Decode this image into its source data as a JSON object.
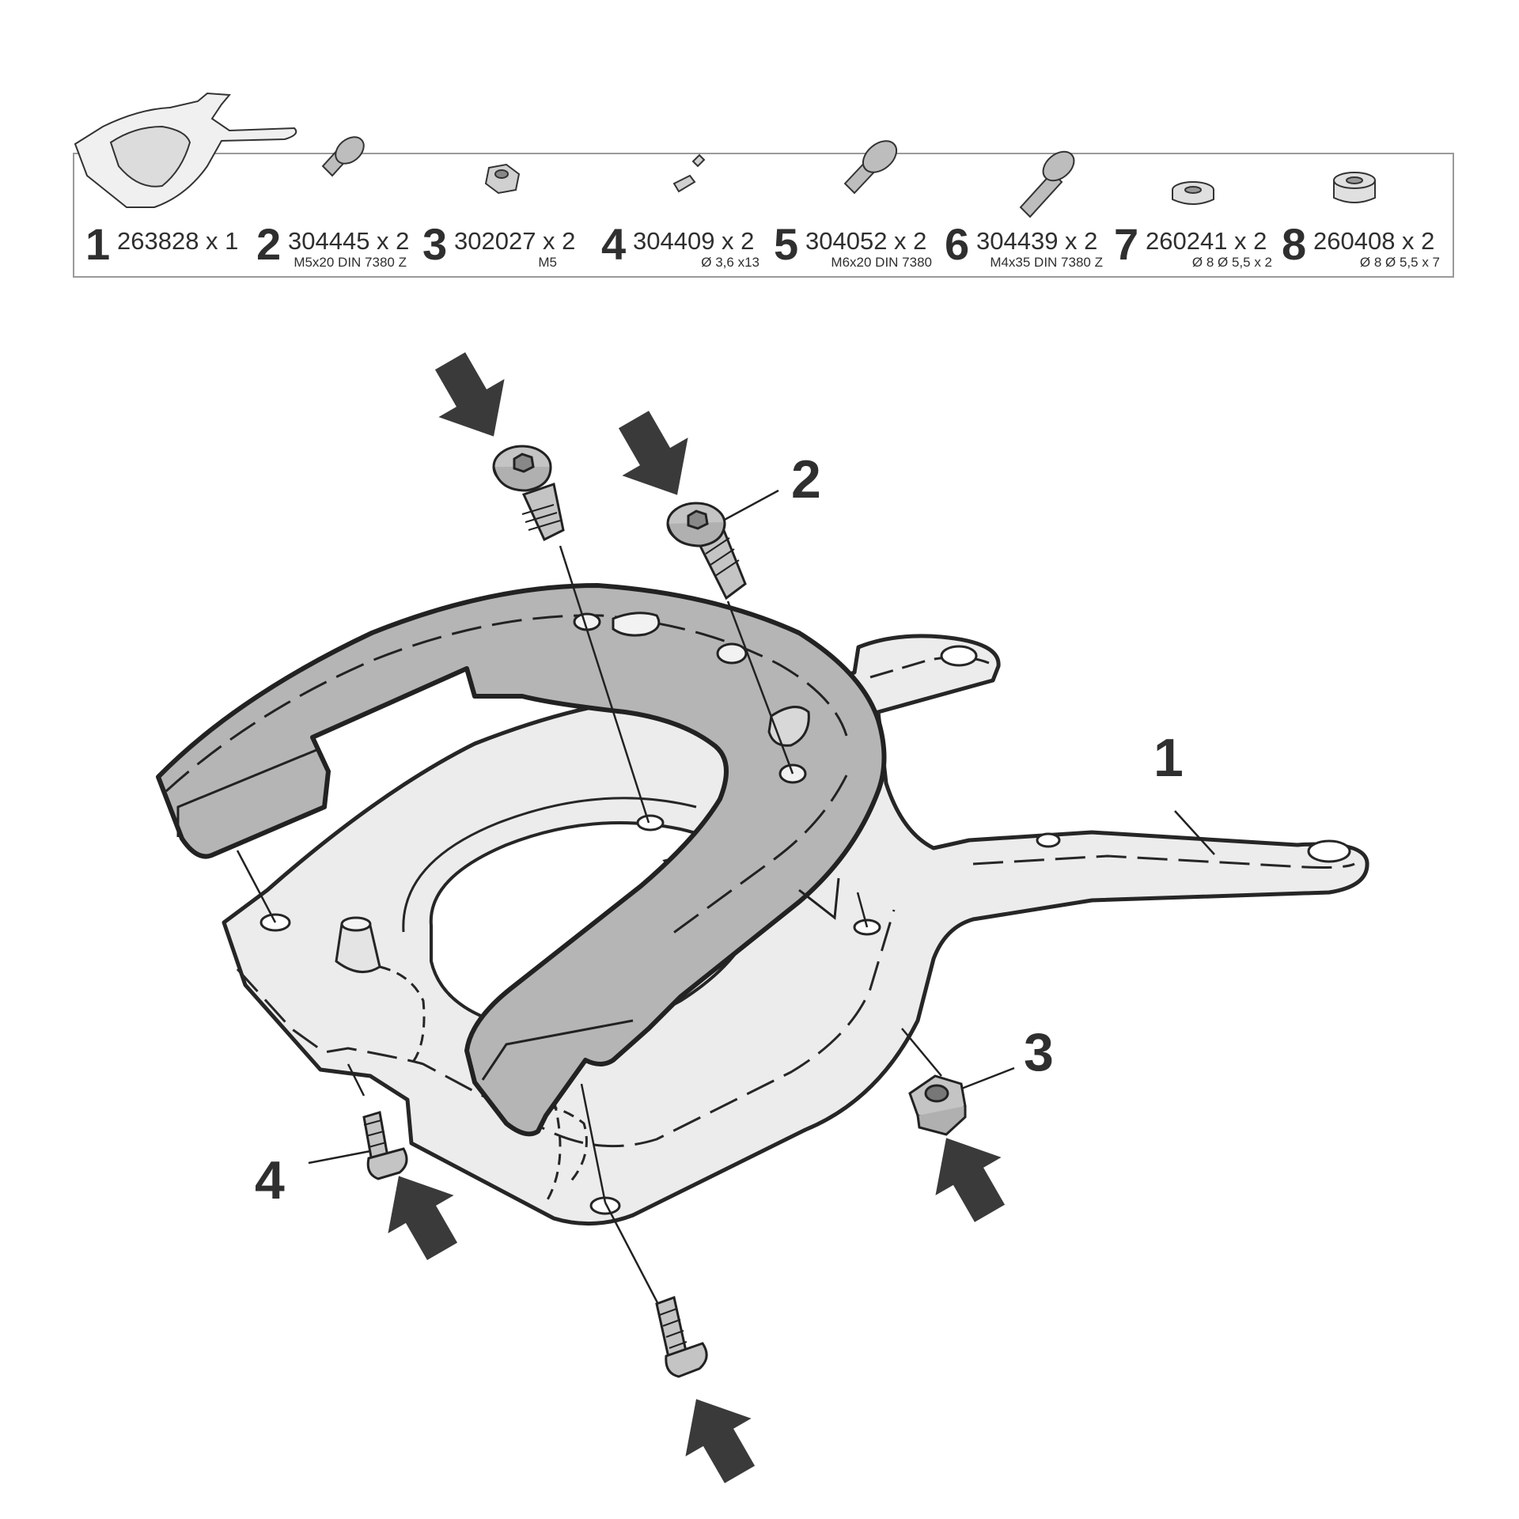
{
  "parts": [
    {
      "number": "1",
      "code": "263828 x 1",
      "spec": ""
    },
    {
      "number": "2",
      "code": "304445 x 2",
      "spec": "M5x20 DIN 7380 Z"
    },
    {
      "number": "3",
      "code": "302027 x 2",
      "spec": "M5"
    },
    {
      "number": "4",
      "code": "304409 x 2",
      "spec": "Ø 3,6 x13"
    },
    {
      "number": "5",
      "code": "304052 x 2",
      "spec": "M6x20 DIN 7380"
    },
    {
      "number": "6",
      "code": "304439 x 2",
      "spec": "M4x35 DIN 7380 Z"
    },
    {
      "number": "7",
      "code": "260241 x 2",
      "spec": "Ø 8 Ø 5,5 x 2"
    },
    {
      "number": "8",
      "code": "260408 x 2",
      "spec": "Ø 8 Ø 5,5 x 7"
    }
  ],
  "callouts": {
    "plate": "1",
    "screw": "2",
    "nut": "3",
    "tapping_screw": "4"
  },
  "colors": {
    "ink": "#2f2f2f",
    "plate_fill": "#ececec",
    "ring_fill": "#b5b5b5",
    "hardware_fill": "#c4c4c4",
    "arrow_fill": "#3a3a3a"
  }
}
